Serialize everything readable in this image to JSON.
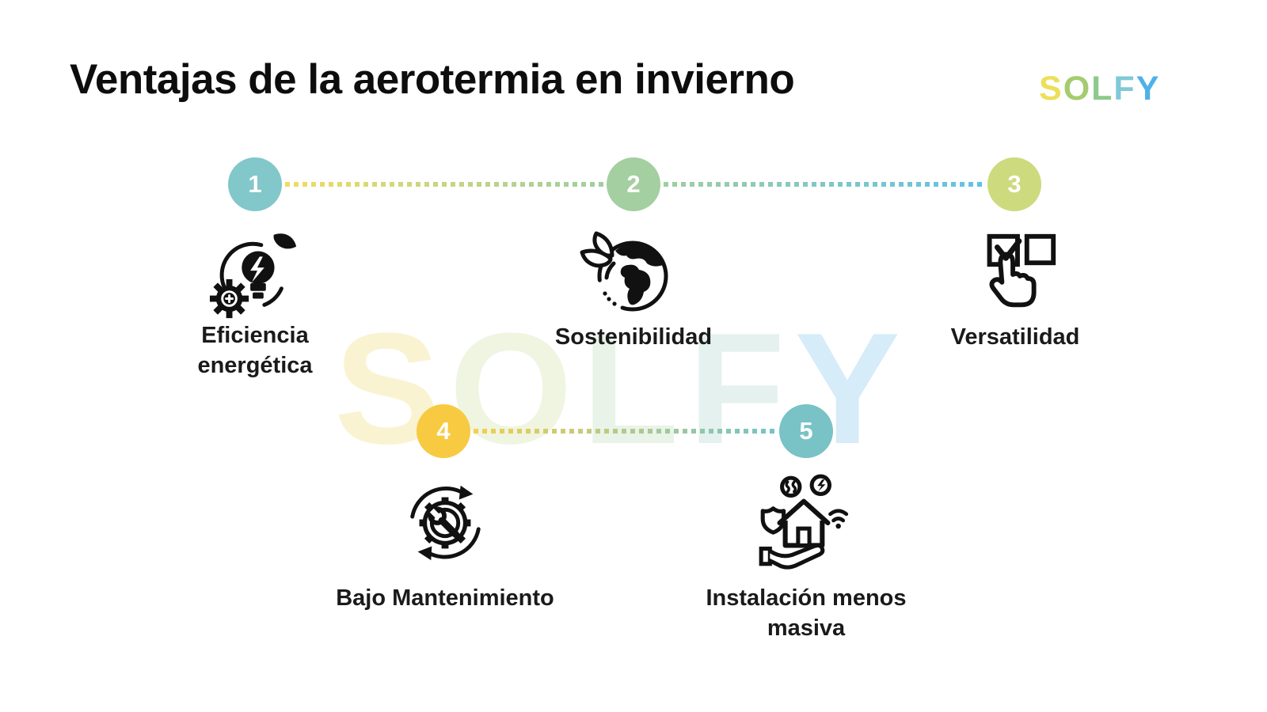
{
  "title": "Ventajas de la aerotermia en invierno",
  "brand": {
    "name": "SOLFY",
    "letters": [
      "S",
      "O",
      "L",
      "F",
      "Y"
    ],
    "letter_colors": [
      "#ecdf5a",
      "#a5cc70",
      "#8cca8c",
      "#7fc9d8",
      "#4fb1e8"
    ]
  },
  "watermark": {
    "text": "SOLFY",
    "letters": [
      "S",
      "O",
      "L",
      "F",
      "Y"
    ],
    "letter_colors": [
      "#faf3d2",
      "#eff5e1",
      "#e9f3e8",
      "#e4f1ee",
      "#d6ecf8"
    ]
  },
  "steps": [
    {
      "number": "1",
      "label": "Eficiencia energética",
      "circle_color": "#82c7ca",
      "icon": "energy-efficiency-icon"
    },
    {
      "number": "2",
      "label": "Sostenibilidad",
      "circle_color": "#a4cfa1",
      "icon": "sustainability-globe-icon"
    },
    {
      "number": "3",
      "label": "Versatilidad",
      "circle_color": "#cdda7e",
      "icon": "versatility-checkbox-icon"
    },
    {
      "number": "4",
      "label": "Bajo Mantenimiento",
      "circle_color": "#f7ca41",
      "icon": "maintenance-gear-wrench-icon"
    },
    {
      "number": "5",
      "label": "Instalación menos masiva",
      "circle_color": "#79c2c6",
      "icon": "house-in-hand-icon"
    }
  ],
  "connectors": [
    {
      "from": "1",
      "to": "2",
      "style": "dotted",
      "color_start": "#efdc61",
      "color_end": "#9fcf9f"
    },
    {
      "from": "2",
      "to": "3",
      "style": "dotted",
      "color_start": "#9fcf9f",
      "color_end": "#62c1ea"
    },
    {
      "from": "4",
      "to": "5",
      "style": "dotted",
      "color_start": "#f3cf4e",
      "color_end": "#74c3c7"
    }
  ]
}
